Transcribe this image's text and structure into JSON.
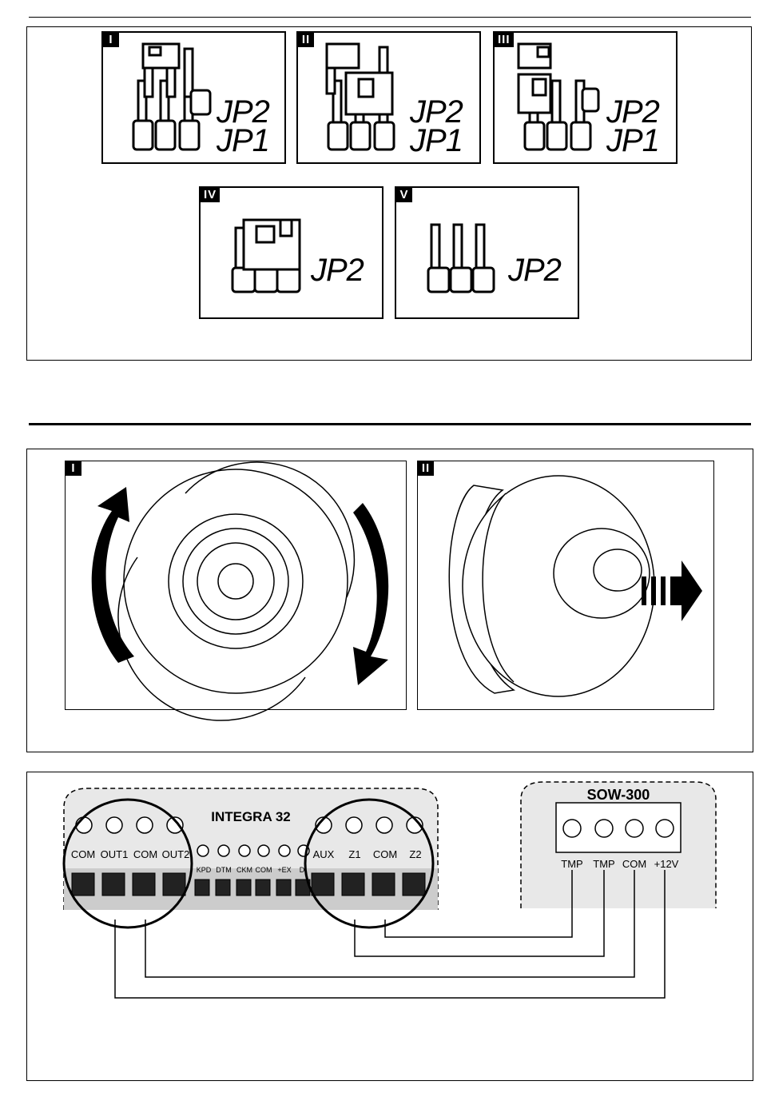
{
  "jumper_figure": {
    "panels": [
      {
        "numeral": "I",
        "labels": [
          "JP2",
          "JP1"
        ]
      },
      {
        "numeral": "II",
        "labels": [
          "JP2",
          "JP1"
        ]
      },
      {
        "numeral": "III",
        "labels": [
          "JP2",
          "JP1"
        ]
      },
      {
        "numeral": "IV",
        "labels": [
          "JP2"
        ]
      },
      {
        "numeral": "V",
        "labels": [
          "JP2"
        ]
      }
    ]
  },
  "detector_figure": {
    "panels": [
      {
        "numeral": "I"
      },
      {
        "numeral": "II"
      }
    ]
  },
  "wiring_figure": {
    "panel_title": "INTEGRA 32",
    "panel_terminals_left": [
      "COM",
      "OUT1",
      "COM",
      "OUT2"
    ],
    "panel_terminals_middle": [
      "KPD",
      "DTM",
      "CKM",
      "COM",
      "+EX",
      "D"
    ],
    "panel_terminals_right": [
      "AUX",
      "Z1",
      "COM",
      "Z2"
    ],
    "detector_title": "SOW-300",
    "detector_terminals": [
      "TMP",
      "TMP",
      "COM",
      "+12V"
    ]
  }
}
